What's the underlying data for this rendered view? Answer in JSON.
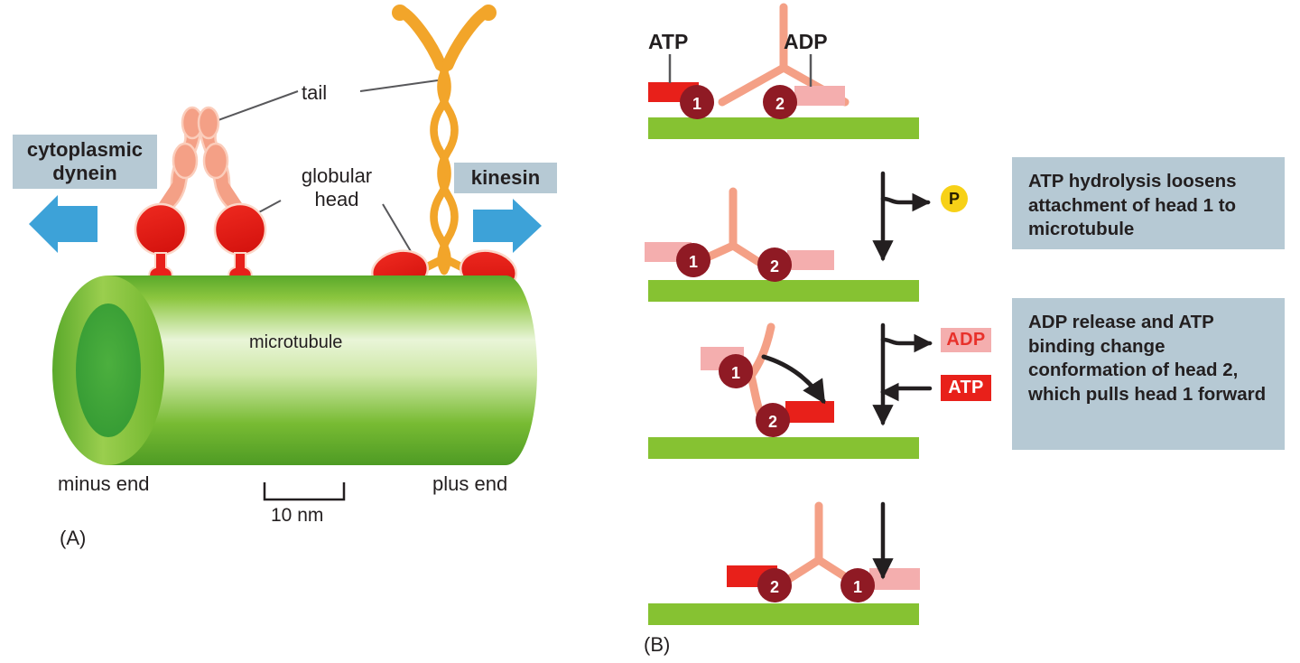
{
  "figure": {
    "panel_a": {
      "id": "(A)",
      "labels": {
        "dynein": "cytoplasmic\ndynein",
        "kinesin": "kinesin",
        "tail": "tail",
        "globular_head": "globular\nhead",
        "microtubule": "microtubule",
        "minus_end": "minus end",
        "plus_end": "plus end",
        "scale_bar": "10 nm"
      },
      "motors": [
        {
          "name": "cytoplasmic dynein",
          "direction": "minus-end",
          "tail_color": "#f08a6c",
          "head_color": "#e8201a",
          "head_count": 2
        },
        {
          "name": "kinesin",
          "direction": "plus-end",
          "tail_color": "#f2a52a",
          "head_color": "#e8201a",
          "head_count": 2
        }
      ]
    },
    "panel_b": {
      "id": "(B)",
      "top_labels": {
        "left": "ATP",
        "right": "ADP"
      },
      "steps": [
        {
          "index": 1,
          "heads": [
            {
              "number": "1",
              "position": "left",
              "bound": true,
              "nucleotide": "ATP",
              "nucleotide_state": "bound"
            },
            {
              "number": "2",
              "position": "right",
              "bound": true,
              "nucleotide": "ADP",
              "nucleotide_state": "released"
            }
          ]
        },
        {
          "index": 2,
          "heads": [
            {
              "number": "1",
              "position": "left",
              "bound": false,
              "nucleotide": "ADP",
              "nucleotide_state": "released"
            },
            {
              "number": "2",
              "position": "right",
              "bound": true,
              "nucleotide": "ADP",
              "nucleotide_state": "released"
            }
          ]
        },
        {
          "index": 3,
          "heads": [
            {
              "number": "1",
              "position": "lifted",
              "bound": false,
              "nucleotide": "ADP",
              "nucleotide_state": "released"
            },
            {
              "number": "2",
              "position": "center",
              "bound": true,
              "nucleotide": "ATP",
              "nucleotide_state": "bound"
            }
          ],
          "swing_arrow": true
        },
        {
          "index": 4,
          "heads": [
            {
              "number": "2",
              "position": "left",
              "bound": true,
              "nucleotide": "ATP",
              "nucleotide_state": "bound"
            },
            {
              "number": "1",
              "position": "right",
              "bound": true,
              "nucleotide": "ADP",
              "nucleotide_state": "released"
            }
          ]
        }
      ],
      "side_products": {
        "phosphate": "P",
        "adp_out": "ADP",
        "atp_in": "ATP"
      },
      "annotations": [
        "ATP hydrolysis loosens attachment of head 1 to microtubule",
        "ADP release and ATP binding change conformation of head 2, which pulls head 1 forward"
      ]
    }
  },
  "colors": {
    "label_box": "#b6c9d4",
    "arrow_blue": "#3da2d8",
    "microtubule_green": "#86c232",
    "head_red": "#e8201a",
    "head_dark_red": "#8f1a24",
    "dynein_salmon": "#f08a6c",
    "kinesin_orange": "#f2a52a",
    "atp_red": "#e8201a",
    "adp_pink": "#f4aeae",
    "phosphate_yellow": "#f7d117",
    "ink": "#231f20"
  }
}
